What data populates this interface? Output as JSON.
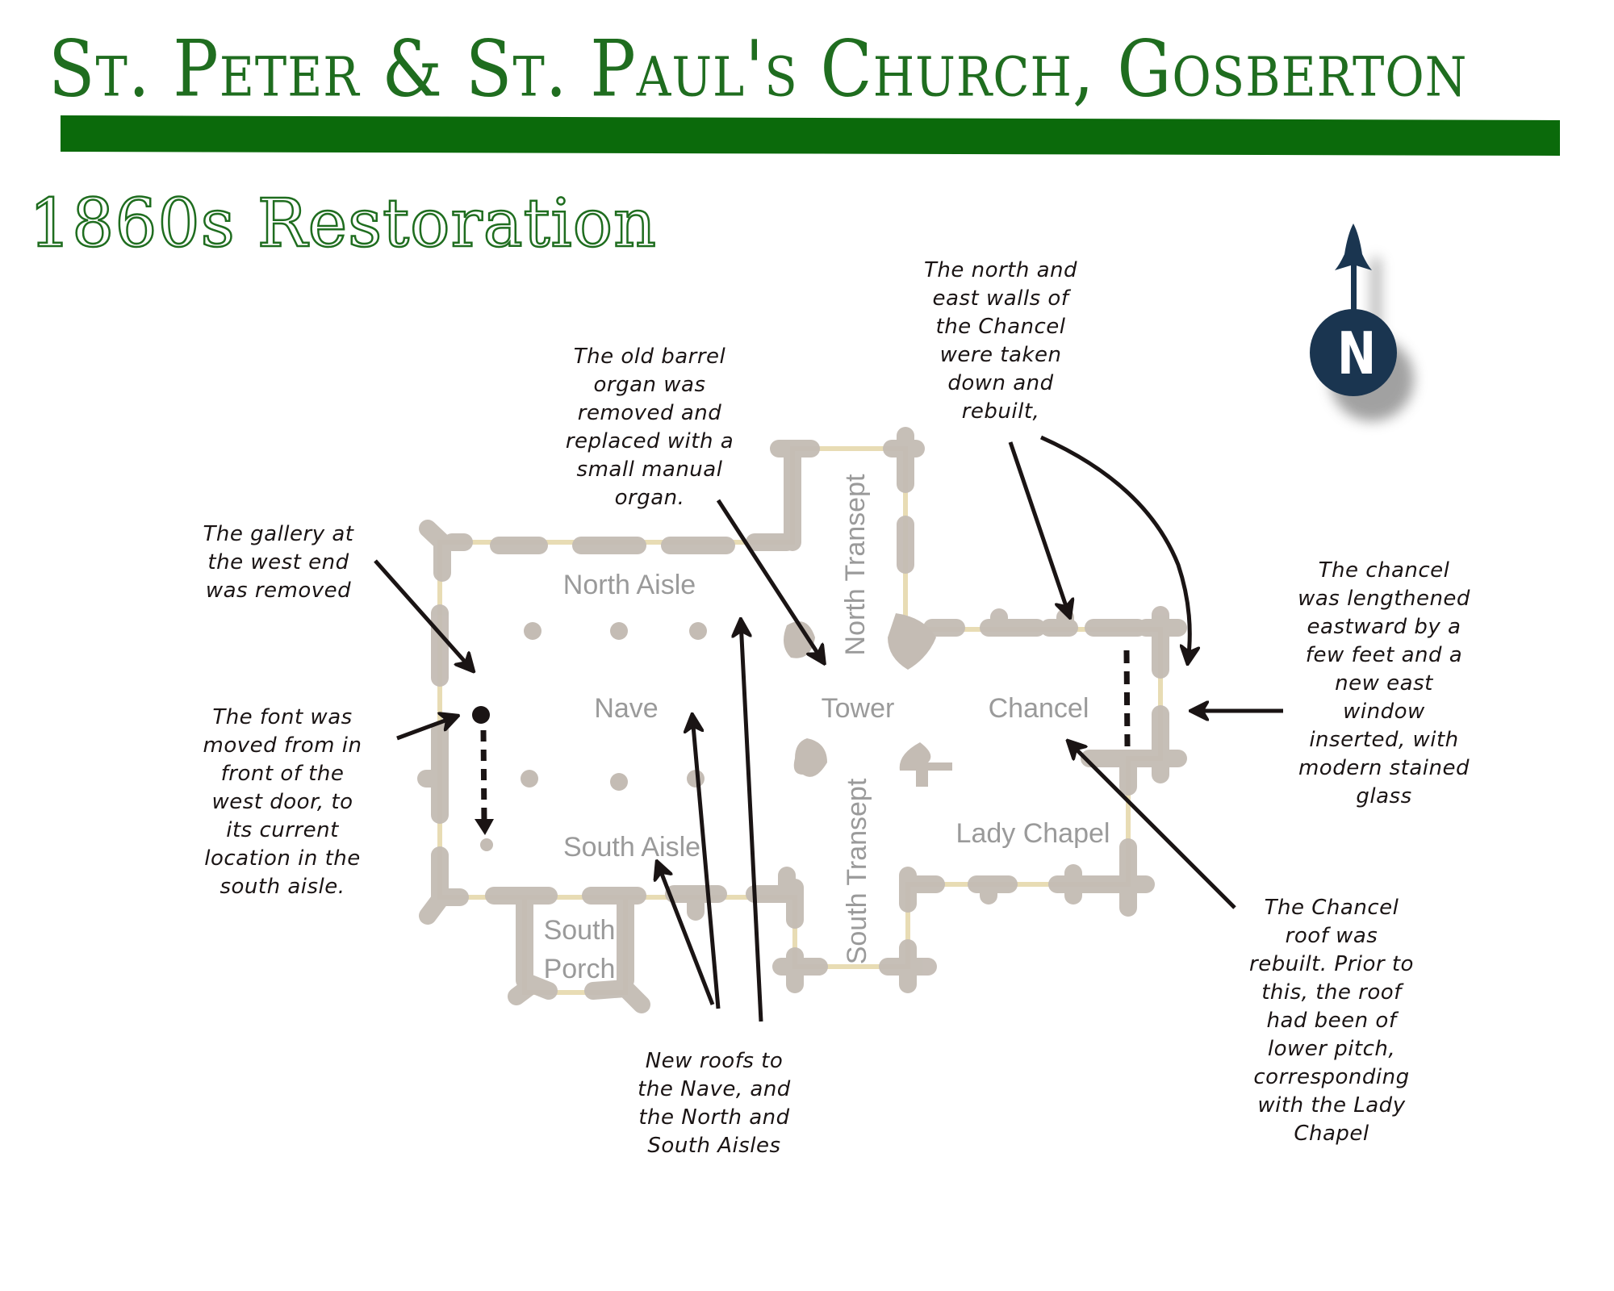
{
  "header": {
    "title": "St. Peter & St. Paul's Church, Gosberton",
    "subtitle": "1860s Restoration"
  },
  "colors": {
    "title_green": "#1f6d1f",
    "bar_green": "#0b6a0b",
    "wall_grey": "#c4bcb4",
    "wall_line": "#e8dcb4",
    "label_grey": "#9a9a9a",
    "ink": "#1a1414",
    "compass_navy": "#1a3550"
  },
  "compass": {
    "icon": "north-arrow-icon",
    "letter": "N"
  },
  "plan": {
    "rooms": {
      "north_aisle": "North Aisle",
      "nave": "Nave",
      "south_aisle": "South Aisle",
      "tower": "Tower",
      "chancel": "Chancel",
      "lady_chapel": "Lady Chapel",
      "north_transept": "North Transept",
      "south_transept": "South Transept",
      "south_porch_line1": "South",
      "south_porch_line2": "Porch"
    }
  },
  "annotations": {
    "north_east_walls": "The north and\neast walls of\nthe Chancel\nwere taken\ndown and\nrebuilt,",
    "organ": "The old barrel\norgan was\nremoved and\nreplaced with a\nsmall manual\norgan.",
    "gallery": "The gallery at\nthe west end\nwas removed",
    "font": "The font was\nmoved from in\nfront of the\nwest door, to\nits current\nlocation in the\nsouth aisle.",
    "chancel_lengthened": "The chancel\nwas lengthened\neastward by a\nfew feet and a\nnew east\nwindow\ninserted, with\nmodern stained\nglass",
    "chancel_roof": "The Chancel\nroof was\nrebuilt. Prior to\nthis, the roof\nhad been of\nlower pitch,\ncorresponding\nwith the Lady\nChapel",
    "new_roofs": "New roofs to\nthe Nave, and\nthe North and\nSouth Aisles"
  }
}
